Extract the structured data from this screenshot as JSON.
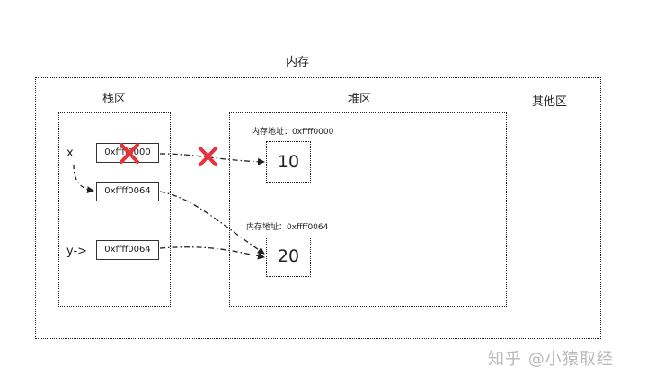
{
  "memory": {
    "title": "内存",
    "stack": {
      "label": "栈区",
      "variables": [
        {
          "name": "x",
          "cells": [
            "0xffff0000",
            "0xffff0064"
          ]
        },
        {
          "name": "y->",
          "cells": [
            "0xffff0064"
          ]
        }
      ]
    },
    "heap": {
      "label": "堆区",
      "objects": [
        {
          "address_label": "内存地址：0xffff0000",
          "value": "10"
        },
        {
          "address_label": "内存地址：0xffff0064",
          "value": "20"
        }
      ]
    },
    "other": {
      "label": "其他区"
    }
  },
  "annotations": {
    "cross_mark_color": "#e8313a",
    "cross_icon": "red-x-icon"
  },
  "watermark": "知乎 @小猿取经"
}
